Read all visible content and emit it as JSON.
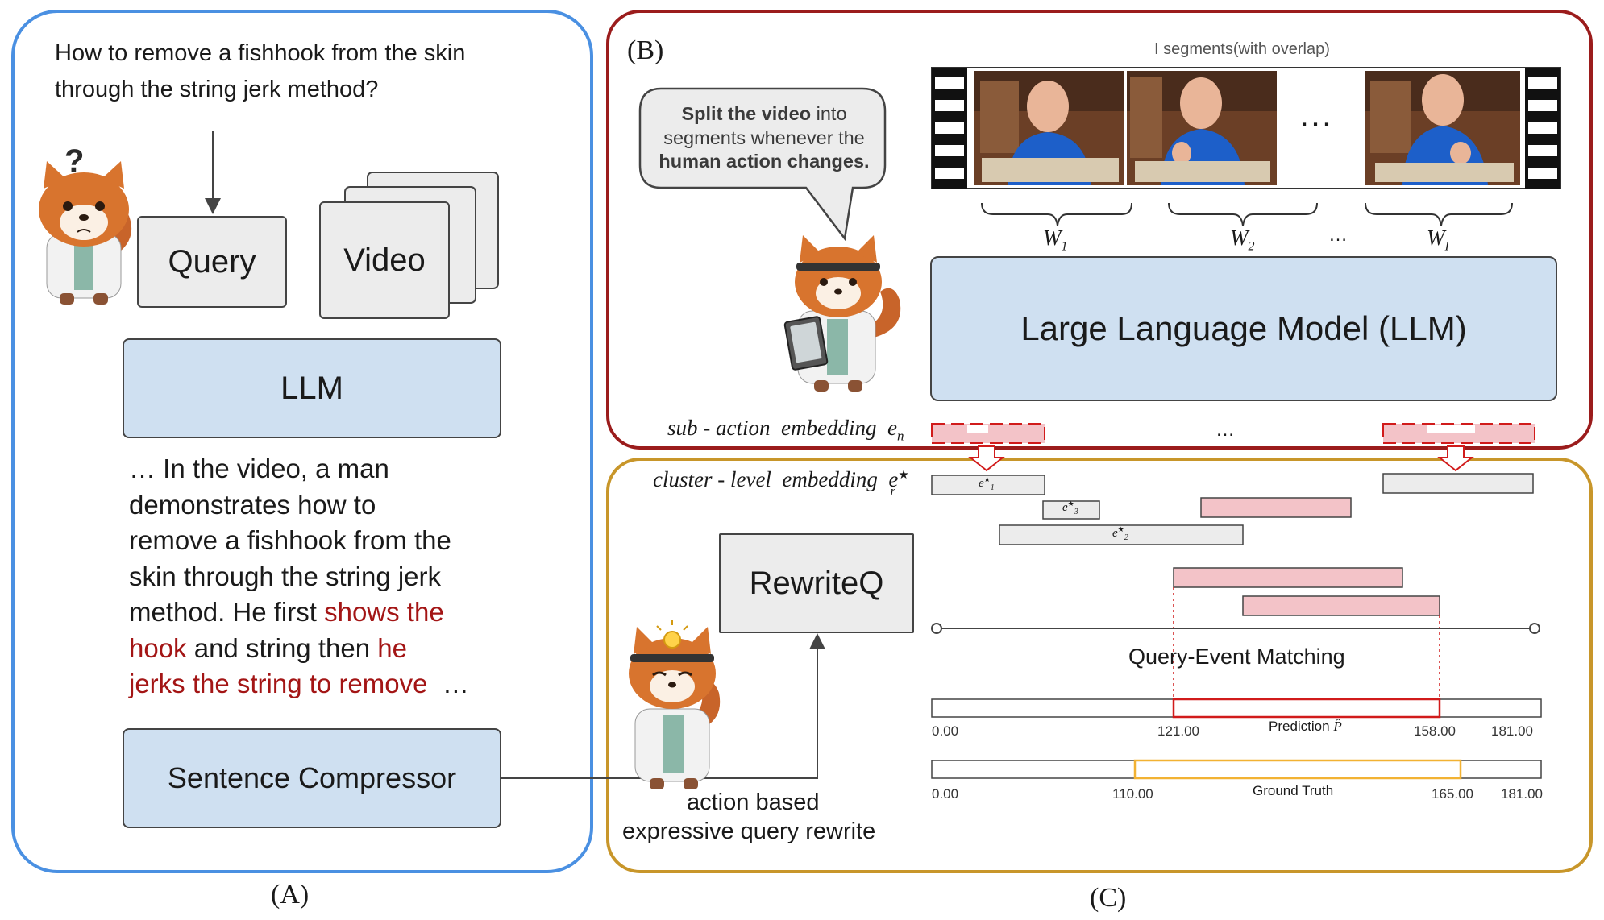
{
  "panel_a": {
    "label": "(A)",
    "question_line1": "How to remove a fishhook from the skin",
    "question_line2": "through the string jerk method?",
    "query": "Query",
    "video": "Video",
    "llm": "LLM",
    "narr_1": "… In the video, a man",
    "narr_2": "demonstrates how to",
    "narr_3": "remove a fishhook from the",
    "narr_4": "skin through the string jerk",
    "narr_5a": "method. He first ",
    "narr_5b": "shows the",
    "narr_6a": "hook",
    "narr_6b": " and string then ",
    "narr_6c": "he",
    "narr_7a": "jerks the string to remove",
    "narr_7b": "  …",
    "compressor": "Sentence Compressor",
    "question_mark": "?"
  },
  "panel_b": {
    "label": "(B)",
    "speech_bold1": "Split the video",
    "speech_rest1": " into",
    "speech_line2": "segments whenever the",
    "speech_bold2": "human action changes.",
    "segments_title": "I segments(with overlap)",
    "frame_ellipsis": "…",
    "w1": "W",
    "w1_sub": "1",
    "w2": "W",
    "w2_sub": "2",
    "w_dots": "…",
    "wi": "W",
    "wi_sub": "I",
    "llm_full": "Large Language Model (LLM)",
    "sub_action": "sub - action  embedding  e",
    "sub_action_sub": "n",
    "mid_dots": "…"
  },
  "panel_c": {
    "label": "(C)",
    "cluster": "cluster - level  embedding  e",
    "cluster_sup": "★",
    "cluster_sub": "r",
    "e1": "e",
    "e1_sub": "1",
    "e3": "e",
    "e3_sub": "3",
    "e2": "e",
    "e2_sub": "2",
    "star": "★",
    "rewriteq": "RewriteQ",
    "rewrite_caption1": "action based",
    "rewrite_caption2": "expressive query rewrite",
    "matching": "Query-Event Matching",
    "prediction": "Prediction ",
    "pred_symbol": "P̂",
    "pred_ticks": [
      "0.00",
      "121.00",
      "158.00",
      "181.00"
    ],
    "ground_truth": "Ground Truth",
    "gt_ticks": [
      "0.00",
      "110.00",
      "165.00",
      "181.00"
    ]
  },
  "colors": {
    "panel_a_border": "#4a90e2",
    "panel_b_border": "#9b1c1c",
    "panel_c_border": "#c8962a",
    "llm_fill": "#cfe0f1",
    "pink": "#f3c3c8",
    "highlight_text": "#a31515",
    "prediction": "#d11b1b",
    "ground_truth": "#f2b233"
  }
}
